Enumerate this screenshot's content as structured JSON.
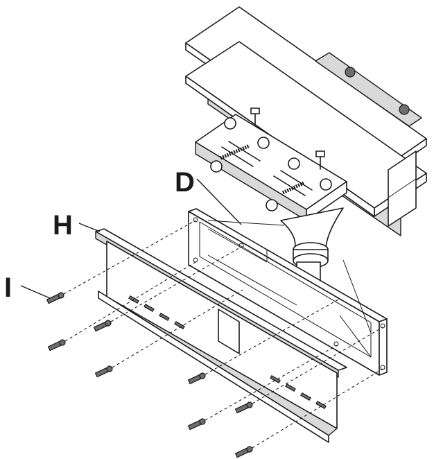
{
  "diagram": {
    "callouts": [
      {
        "id": "D",
        "label": "D"
      },
      {
        "id": "H",
        "label": "H"
      },
      {
        "id": "I",
        "label": "I"
      }
    ],
    "colors": {
      "line": "#1a1a1a",
      "shade": "#d9d9d9",
      "background": "#ffffff"
    }
  }
}
